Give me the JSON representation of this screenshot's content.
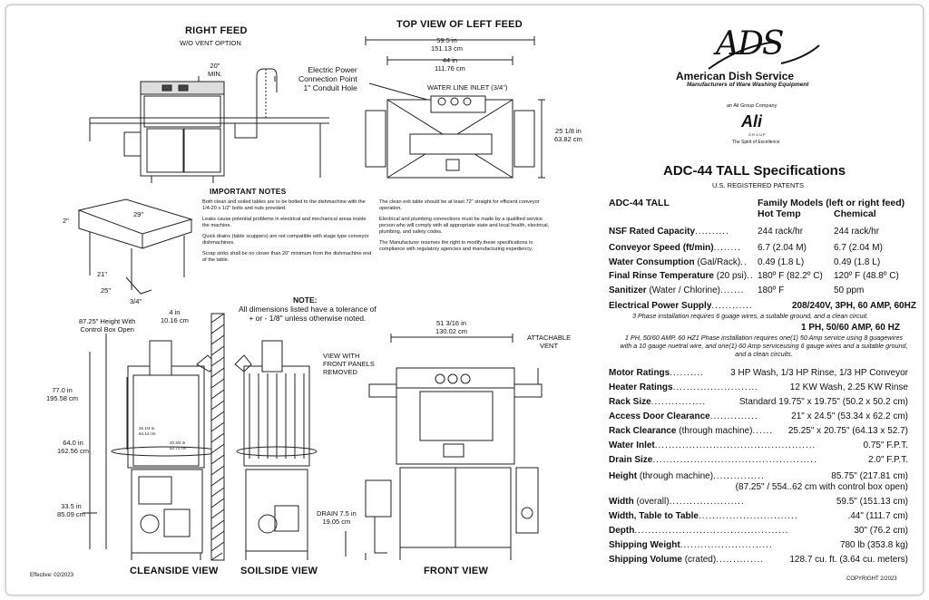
{
  "views": {
    "right_feed": {
      "title": "RIGHT FEED",
      "subtitle": "W/O VENT OPTION",
      "dim_min": "20\"\nMIN."
    },
    "top_view": {
      "title": "TOP VIEW OF LEFT FEED",
      "dim_overall": "59.5 in\n151.13 cm",
      "dim_table": "44 in\n111.76 cm",
      "dim_depth": "25 1/8 in\n63.82 cm",
      "power_label": "Electric Power\nConnection Point\n1\" Conduit Hole",
      "water_label": "WATER LINE INLET (3/4\")"
    },
    "table_dims": {
      "d1": "2\"",
      "d2": "29\"",
      "d3": "21\"",
      "d4": "25\"",
      "d5": "3/4\""
    },
    "cleanside": {
      "title": "CLEANSIDE VIEW",
      "dim_open": "87.25\" Height With\nControl Box Open",
      "dim_side": "4 in\n10.16 cm",
      "dim_total": "77.0 in\n195.58 cm",
      "dim_body": "64.0 in\n162.56 cm",
      "dim_base": "33.5 in\n85.09 cm",
      "dim_inner_h": "25 1/4 in\n64.14 cm",
      "dim_inner_w": "20 3/4 in\n52.71 cm"
    },
    "soilside": {
      "title": "SOILSIDE VIEW"
    },
    "front": {
      "title": "FRONT VIEW",
      "dim_width": "51 3/16 in\n130.02 cm",
      "panels_label": "VIEW WITH\nFRONT PANELS\nREMOVED",
      "vent_label": "ATTACHABLE\nVENT",
      "drain_label": "DRAIN 7.5 in\n19.05 cm"
    },
    "note": {
      "title": "NOTE:",
      "text": "All dimensions listed have a tolerance of\n+ or - 1/8\" unless otherwise noted."
    }
  },
  "important_notes": {
    "title": "IMPORTANT NOTES",
    "left": [
      "Both clean and soiled tables are to be bolted to the dishmachine with the 1/4-20 x 1/2\" bolts and nuts provided.",
      "Leaks cause potential problems in electrical and mechanical areas inside the machine.",
      "Quick drains (table scuppers) are not compatible with stage type conveyor dishmachines.",
      "Scrap sinks shall be no closer than 20\" minimum from the dishmachine end of the table."
    ],
    "right": [
      "The clean exit table should be at least 72\" straight for efficient conveyor operation.",
      "Electrical and plumbing connections must be made by a qualified service person who will comply with all appropriate state and local health, electrical, plumbing, and safety codes.",
      "The Manufacturer reserves the right to modify these specifications in compliance with regulatory agencies and manufacturing expediency."
    ]
  },
  "brand": {
    "logo_text": "ADS",
    "name": "American Dish Service",
    "tagline": "Manufacturers of Ware Washing Equipment",
    "group": "an Ali Group Company",
    "ali_logo": "Ali",
    "ali_group": "GROUP",
    "ali_slogan": "The Spirit of Excellence"
  },
  "spec": {
    "title": "ADC-44 TALL Specifications",
    "patents": "U.S. REGISTERED PATENTS",
    "model": "ADC-44 TALL",
    "family": "Family Models (left or right feed)",
    "col_hot": "Hot Temp",
    "col_chem": "Chemical",
    "rows": [
      {
        "label": "NSF Rated Capacity",
        "dots": "..........",
        "hot": "244 rack/hr",
        "chem": "244 rack/hr"
      },
      {
        "label": "Conveyor Speed (ft/min)",
        "dots": "........",
        "hot": "6.7 (2.04 M)",
        "chem": "6.7 (2.04 M)"
      },
      {
        "label": "Water Consumption",
        "label_sub": " (Gal/Rack)",
        "dots": "..",
        "hot": "0.49 (1.8 L)",
        "chem": "0.49 (1.8 L)"
      },
      {
        "label": "Final Rinse Temperature",
        "label_sub": " (20 psi)",
        "dots": "..",
        "hot": "180º F (82.2º C)",
        "chem": "120º F (48.8º C)"
      },
      {
        "label": "Sanitizer",
        "label_sub": " (Water / Chlorine)",
        "dots": ".......",
        "hot": "180º F",
        "chem": "50 ppm"
      }
    ],
    "power_label": "Electrical Power Supply",
    "power_dots": "............",
    "power_value": "208/240V, 3PH, 60 AMP, 60HZ",
    "power_note": "3 Phase installation requires 6 guage wires, a suitable ground, and a clean circuit.",
    "power1_value": "1 PH, 50/60 AMP, 60 HZ",
    "power1_note": "1 PH, 50/60 AMP, 60 HZ1 Phase installation requires one(1) 50 Amp service using 8 guagewires with a 10 gauge nuetral wire, and one(1) 60 Amp serviceusing 6 gauge wires and a suitable ground, and a clean circuits.",
    "lower": [
      {
        "label": "Motor Ratings",
        "dots": "..........",
        "value": "3 HP Wash, 1/3 HP Rinse, 1/3 HP Conveyor"
      },
      {
        "label": "Heater Ratings",
        "dots": ".........................",
        "value": "12 KW Wash, 2.25 KW Rinse"
      },
      {
        "label": "Rack Size",
        "dots": "................",
        "value": "Standard 19.75\" x 19.75\" (50.2 x 50.2 cm)"
      },
      {
        "label": "Access Door Clearance",
        "dots": "..............",
        "value": "21\" x 24.5\" (53.34 x 62.2 cm)"
      },
      {
        "label": "Rack Clearance",
        "label_sub": " (through machine)",
        "dots": "......",
        "value": "25.25\" x 20.75\" (64.13 x 52.7)"
      },
      {
        "label": "Water Inlet",
        "dots": "...............................................",
        "value": "0.75\" F.P.T."
      },
      {
        "label": "Drain Size",
        "dots": "................................................",
        "value": "2.0\" F.P.T."
      },
      {
        "label": "Height",
        "label_sub": " (through machine)",
        "dots": "...............",
        "value": "85.75\" (217.81 cm)"
      },
      {
        "label": "",
        "dots": "",
        "value": "(87.25\" / 554..62 cm with control box open)"
      },
      {
        "label": "Width",
        "label_sub": " (overall)",
        "dots": "......................",
        "value": "59.5\" (151.13 cm)"
      },
      {
        "label": "Width, Table to Table",
        "dots": ".............................",
        "value": ".44\" (111.7 cm)"
      },
      {
        "label": "Depth",
        "dots": ".............................................",
        "value": "30\" (76.2 cm)"
      },
      {
        "label": "Shipping Weight",
        "dots": "...........................",
        "value": "780 lb (353.8 kg)"
      },
      {
        "label": "Shipping Volume",
        "label_sub": " (crated)",
        "dots": "..............",
        "value": "128.7 cu. ft. (3.64 cu. meters)"
      }
    ]
  },
  "footer": {
    "effective": "Effective: 02/2023",
    "copyright": "COPYRIGHT 2/2023"
  }
}
